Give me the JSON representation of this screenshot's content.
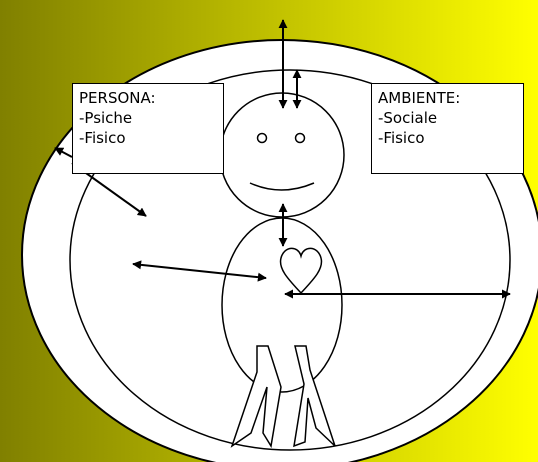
{
  "colors": {
    "background_left": "#808000",
    "background_right": "#ffff00",
    "shapes_fill": "#ffffff",
    "stroke": "#000000"
  },
  "persona": {
    "title": "PERSONA:",
    "items": [
      "-Psiche",
      "-Fisico"
    ]
  },
  "ambiente": {
    "title": "AMBIENTE:",
    "items": [
      "-Sociale",
      "-Fisico"
    ]
  }
}
